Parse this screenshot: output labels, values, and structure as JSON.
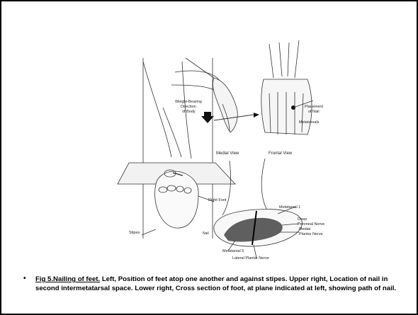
{
  "labels": {
    "weight_bearing": "Weight-Bearing",
    "direction": "Direction",
    "of_body": "of Body",
    "placement": "Placement",
    "of_nail": "of Nail",
    "metatarsals": "Metatarsals",
    "medial_view": "Medial View",
    "frontal_view": "Frontal View",
    "right_foot": "Right Foot",
    "stipes": "Stipes",
    "metatarsal_1": "Metatarsal 1",
    "deep": "Deep",
    "peroneal_nerve": "Peroneal Nerve",
    "medial": "Medial",
    "plantar_nerve": "Plantar Nerve",
    "metatarsal_5": "Metatarsal 5",
    "lateral_plantar_nerve": "Lateral Plantar Nerve",
    "nail_label": "Nail"
  },
  "caption": {
    "bullet": "•",
    "title": "Fig 5.Nailing of feet.",
    "text": " Left, Position of feet atop one another and against stipes. Upper right, Location of nail in second intermetatarsal space. Lower right, Cross section of foot, at plane indicated at left, showing path of nail."
  }
}
